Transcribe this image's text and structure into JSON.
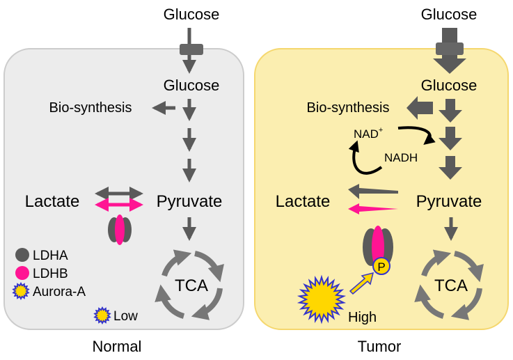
{
  "normal": {
    "caption": "Normal",
    "glucose_outside": "Glucose",
    "glucose_inside": "Glucose",
    "biosynthesis": "Bio-synthesis",
    "lactate": "Lactate",
    "pyruvate": "Pyruvate",
    "tca": "TCA",
    "aurora_level": "Low"
  },
  "tumor": {
    "caption": "Tumor",
    "glucose_outside": "Glucose",
    "glucose_inside": "Glucose",
    "biosynthesis": "Bio-synthesis",
    "nad": "NAD",
    "nad_sup": "+",
    "nadh": "NADH",
    "lactate": "Lactate",
    "pyruvate": "Pyruvate",
    "tca": "TCA",
    "phospho": "P",
    "aurora_level": "High"
  },
  "legend": {
    "ldha": "LDHA",
    "ldhb": "LDHB",
    "aurora": "Aurora-A"
  },
  "colors": {
    "ldha": "#5a5a5a",
    "ldhb": "#ff1493",
    "aurora_fill": "#ffd700",
    "aurora_edge": "#3333cc",
    "normal_cell_fill": "#ececec",
    "normal_cell_edge": "#cccccc",
    "tumor_cell_fill": "#fbeeb0",
    "tumor_cell_edge": "#f5d76e"
  }
}
